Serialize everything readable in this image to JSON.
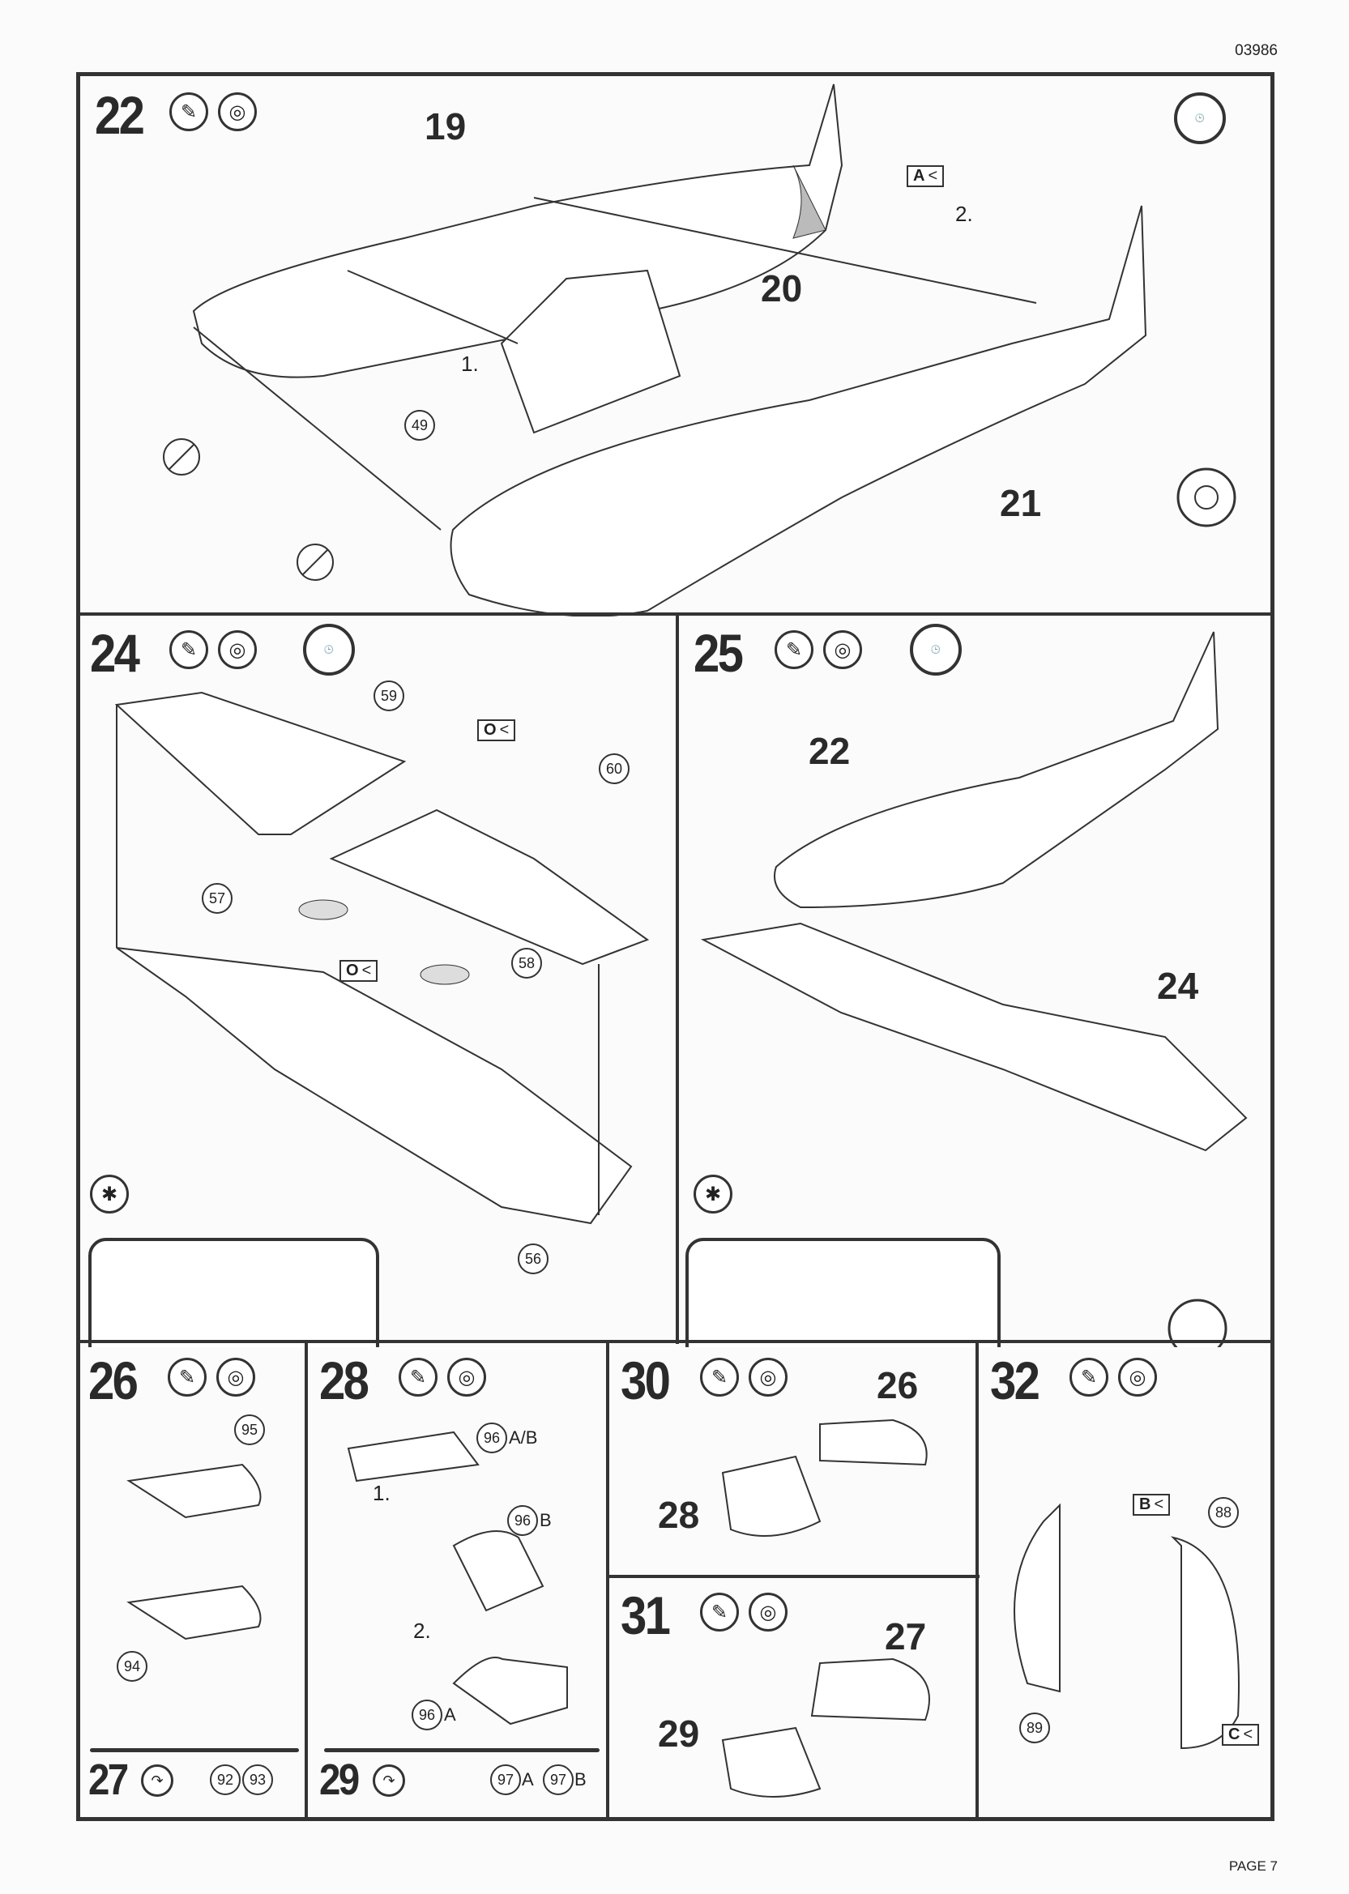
{
  "header": {
    "code": "03986"
  },
  "footer": {
    "page": "PAGE 7"
  },
  "steps": {
    "s22": {
      "number": "22",
      "labels": [
        "19",
        "20",
        "21"
      ],
      "sub": [
        "1.",
        "2."
      ],
      "parts": [
        "49"
      ],
      "tag": "A"
    },
    "s24": {
      "number": "24",
      "parts": [
        "59",
        "60",
        "57",
        "58",
        "56"
      ],
      "tag": "O"
    },
    "s25": {
      "number": "25",
      "labels": [
        "22",
        "24"
      ]
    },
    "s26": {
      "number": "26",
      "parts": [
        "95",
        "94"
      ]
    },
    "s27": {
      "number": "27",
      "parts": [
        "92",
        "93"
      ]
    },
    "s28": {
      "number": "28",
      "parts": [
        "96",
        "96",
        "96"
      ],
      "suffixes": [
        "A/B",
        "B",
        "A"
      ],
      "sub": [
        "1.",
        "2."
      ]
    },
    "s29": {
      "number": "29",
      "parts": [
        "97",
        "97"
      ],
      "suffixes": [
        "A",
        "B"
      ]
    },
    "s30": {
      "number": "30",
      "labels": [
        "26",
        "28"
      ]
    },
    "s31": {
      "number": "31",
      "labels": [
        "27",
        "29"
      ]
    },
    "s32": {
      "number": "32",
      "parts": [
        "88",
        "89"
      ],
      "tags": [
        "B",
        "C"
      ]
    }
  },
  "icons": {
    "glue": "glue-icon",
    "paint": "paint-icon",
    "clock": "clock-icon",
    "remove": "remove-icon",
    "optional": "asterisk-icon"
  }
}
